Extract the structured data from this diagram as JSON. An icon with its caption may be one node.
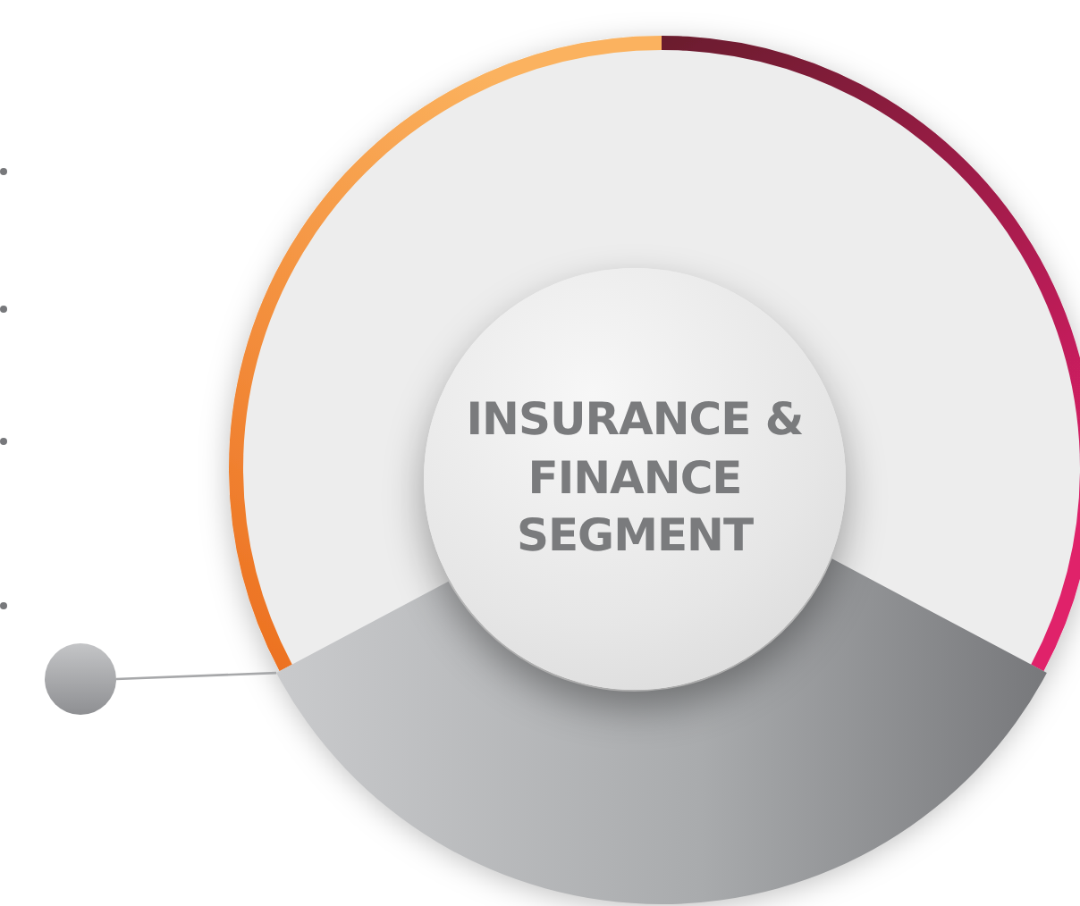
{
  "diagram": {
    "nodes": [
      {
        "text": [
          "INSURANCE & FINANCE SEGMENT"
        ]
      },
      {
        "text": [],
        "shape": "circle"
      },
      {
        "text": [],
        "shape": "wedge"
      }
    ],
    "edges": [
      {
        "from": 1,
        "to": 2,
        "arrow": "none"
      }
    ]
  }
}
